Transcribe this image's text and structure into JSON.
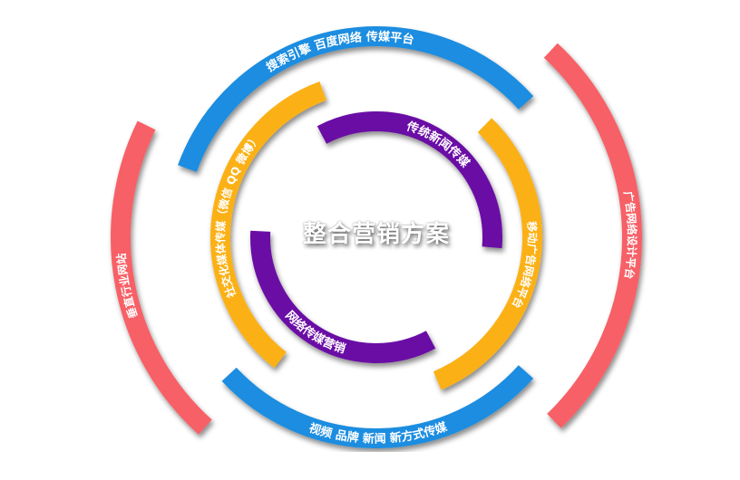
{
  "title": "整合营销方案",
  "colors": {
    "blue": "#1a8de0",
    "orange": "#fbb114",
    "purple": "#6a0fa5",
    "red": "#f76166"
  },
  "rings": [
    {
      "id": "purple-top",
      "ring": "inner",
      "color": "purple",
      "label": "传统新闻传媒",
      "start": -118,
      "end": 5,
      "label_flip": false
    },
    {
      "id": "purple-bottom",
      "ring": "inner",
      "color": "purple",
      "label": "网络传媒营销",
      "start": 183,
      "end": 62,
      "label_flip": true
    },
    {
      "id": "orange-left",
      "ring": "second",
      "color": "orange",
      "label": "社交化媒体传媒（微信 QQ 微博）",
      "start": 128,
      "end": 250,
      "label_flip": false
    },
    {
      "id": "orange-right",
      "ring": "second",
      "color": "orange",
      "label": "移动广告网络平台",
      "start": -46,
      "end": 67,
      "label_flip": false
    },
    {
      "id": "blue-top",
      "ring": "third",
      "color": "blue",
      "label": "搜索引擎 百度网络 传媒平台",
      "start": -160,
      "end": -42,
      "label_flip": false
    },
    {
      "id": "blue-bottom",
      "ring": "third",
      "color": "blue",
      "label": "视频 品牌 新闻 新方式传媒",
      "start": 137,
      "end": 42,
      "label_flip": true
    },
    {
      "id": "red-left",
      "ring": "outer",
      "color": "red",
      "label": "垂直行业网站",
      "start": 132,
      "end": 206,
      "label_flip": false
    },
    {
      "id": "red-right",
      "ring": "outer",
      "color": "red",
      "label": "广告网络设计平台",
      "start": -47,
      "end": 46,
      "label_flip": false
    }
  ]
}
